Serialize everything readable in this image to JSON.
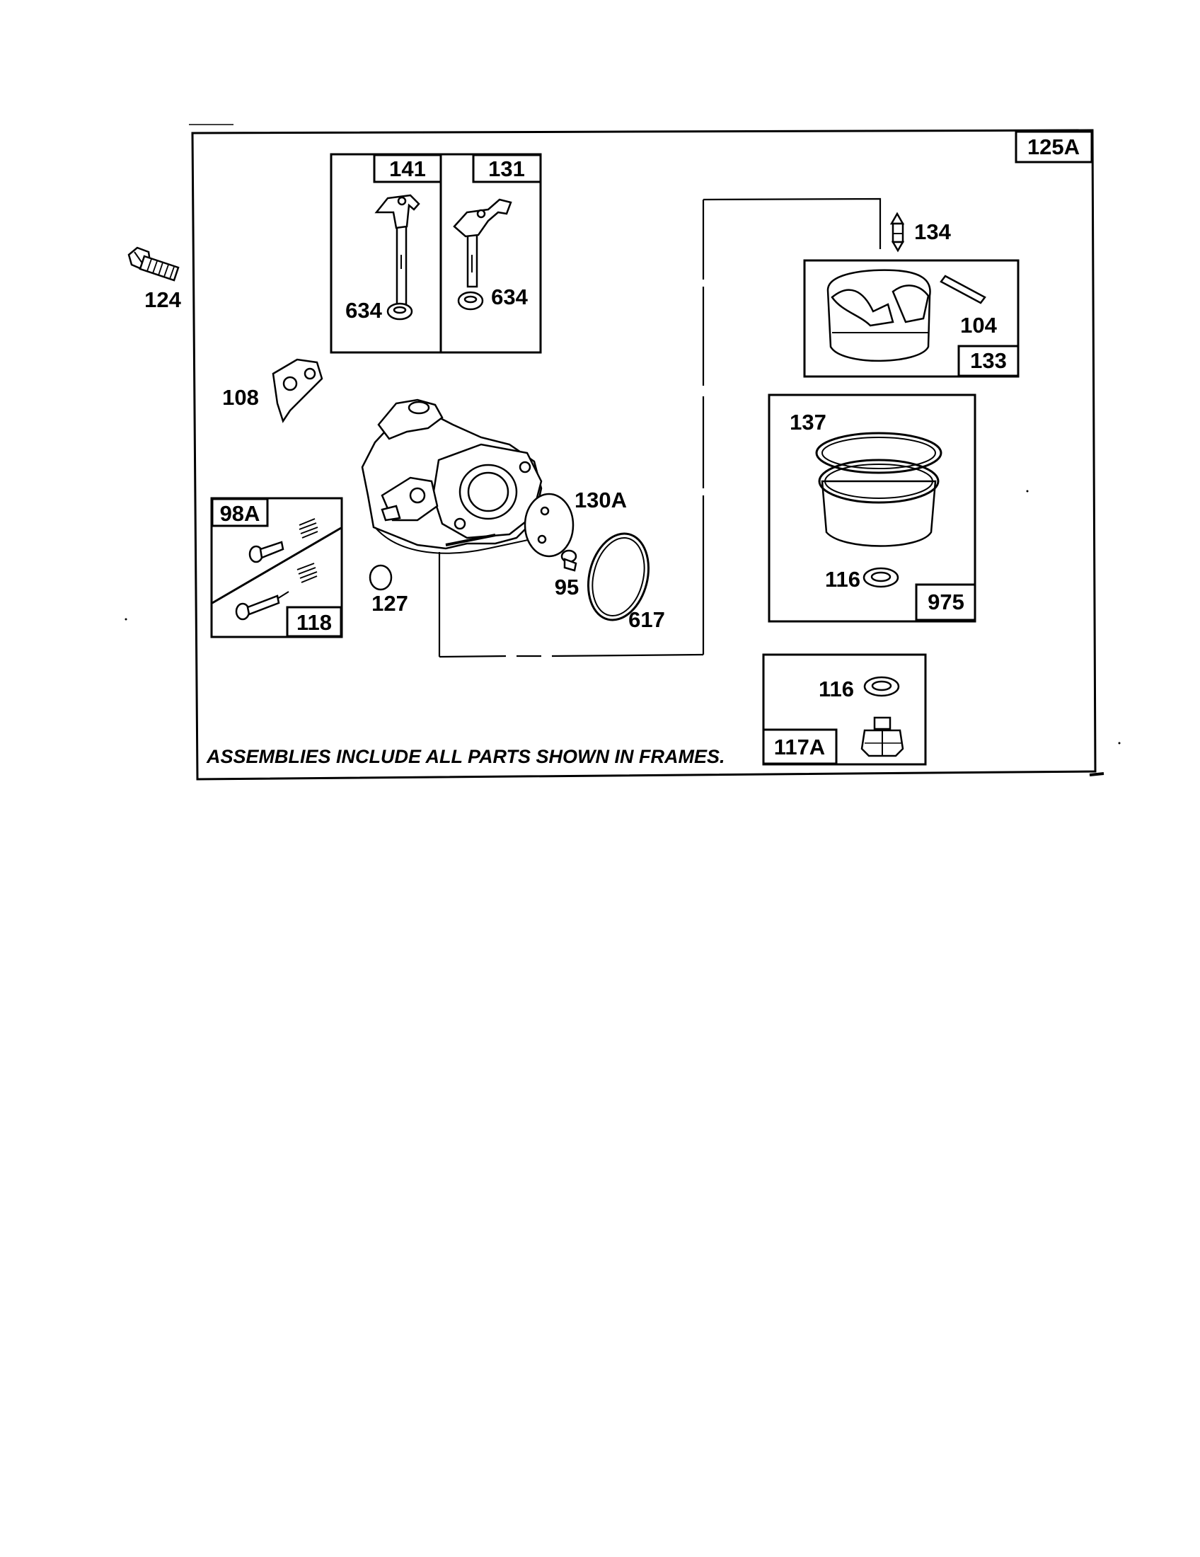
{
  "title": "125A",
  "note": "ASSEMBLIES INCLUDE ALL PARTS SHOWN IN FRAMES.",
  "frame_labels": {
    "f141": "141",
    "f131": "131",
    "f98a": "98A",
    "f118": "118",
    "f133": "133",
    "f975": "975",
    "f117a": "117A"
  },
  "callouts": {
    "p124": "124",
    "p634a": "634",
    "p634b": "634",
    "p108": "108",
    "p127": "127",
    "p130a": "130A",
    "p95": "95",
    "p617": "617",
    "p134": "134",
    "p104": "104",
    "p137": "137",
    "p116a": "116",
    "p116b": "116"
  }
}
